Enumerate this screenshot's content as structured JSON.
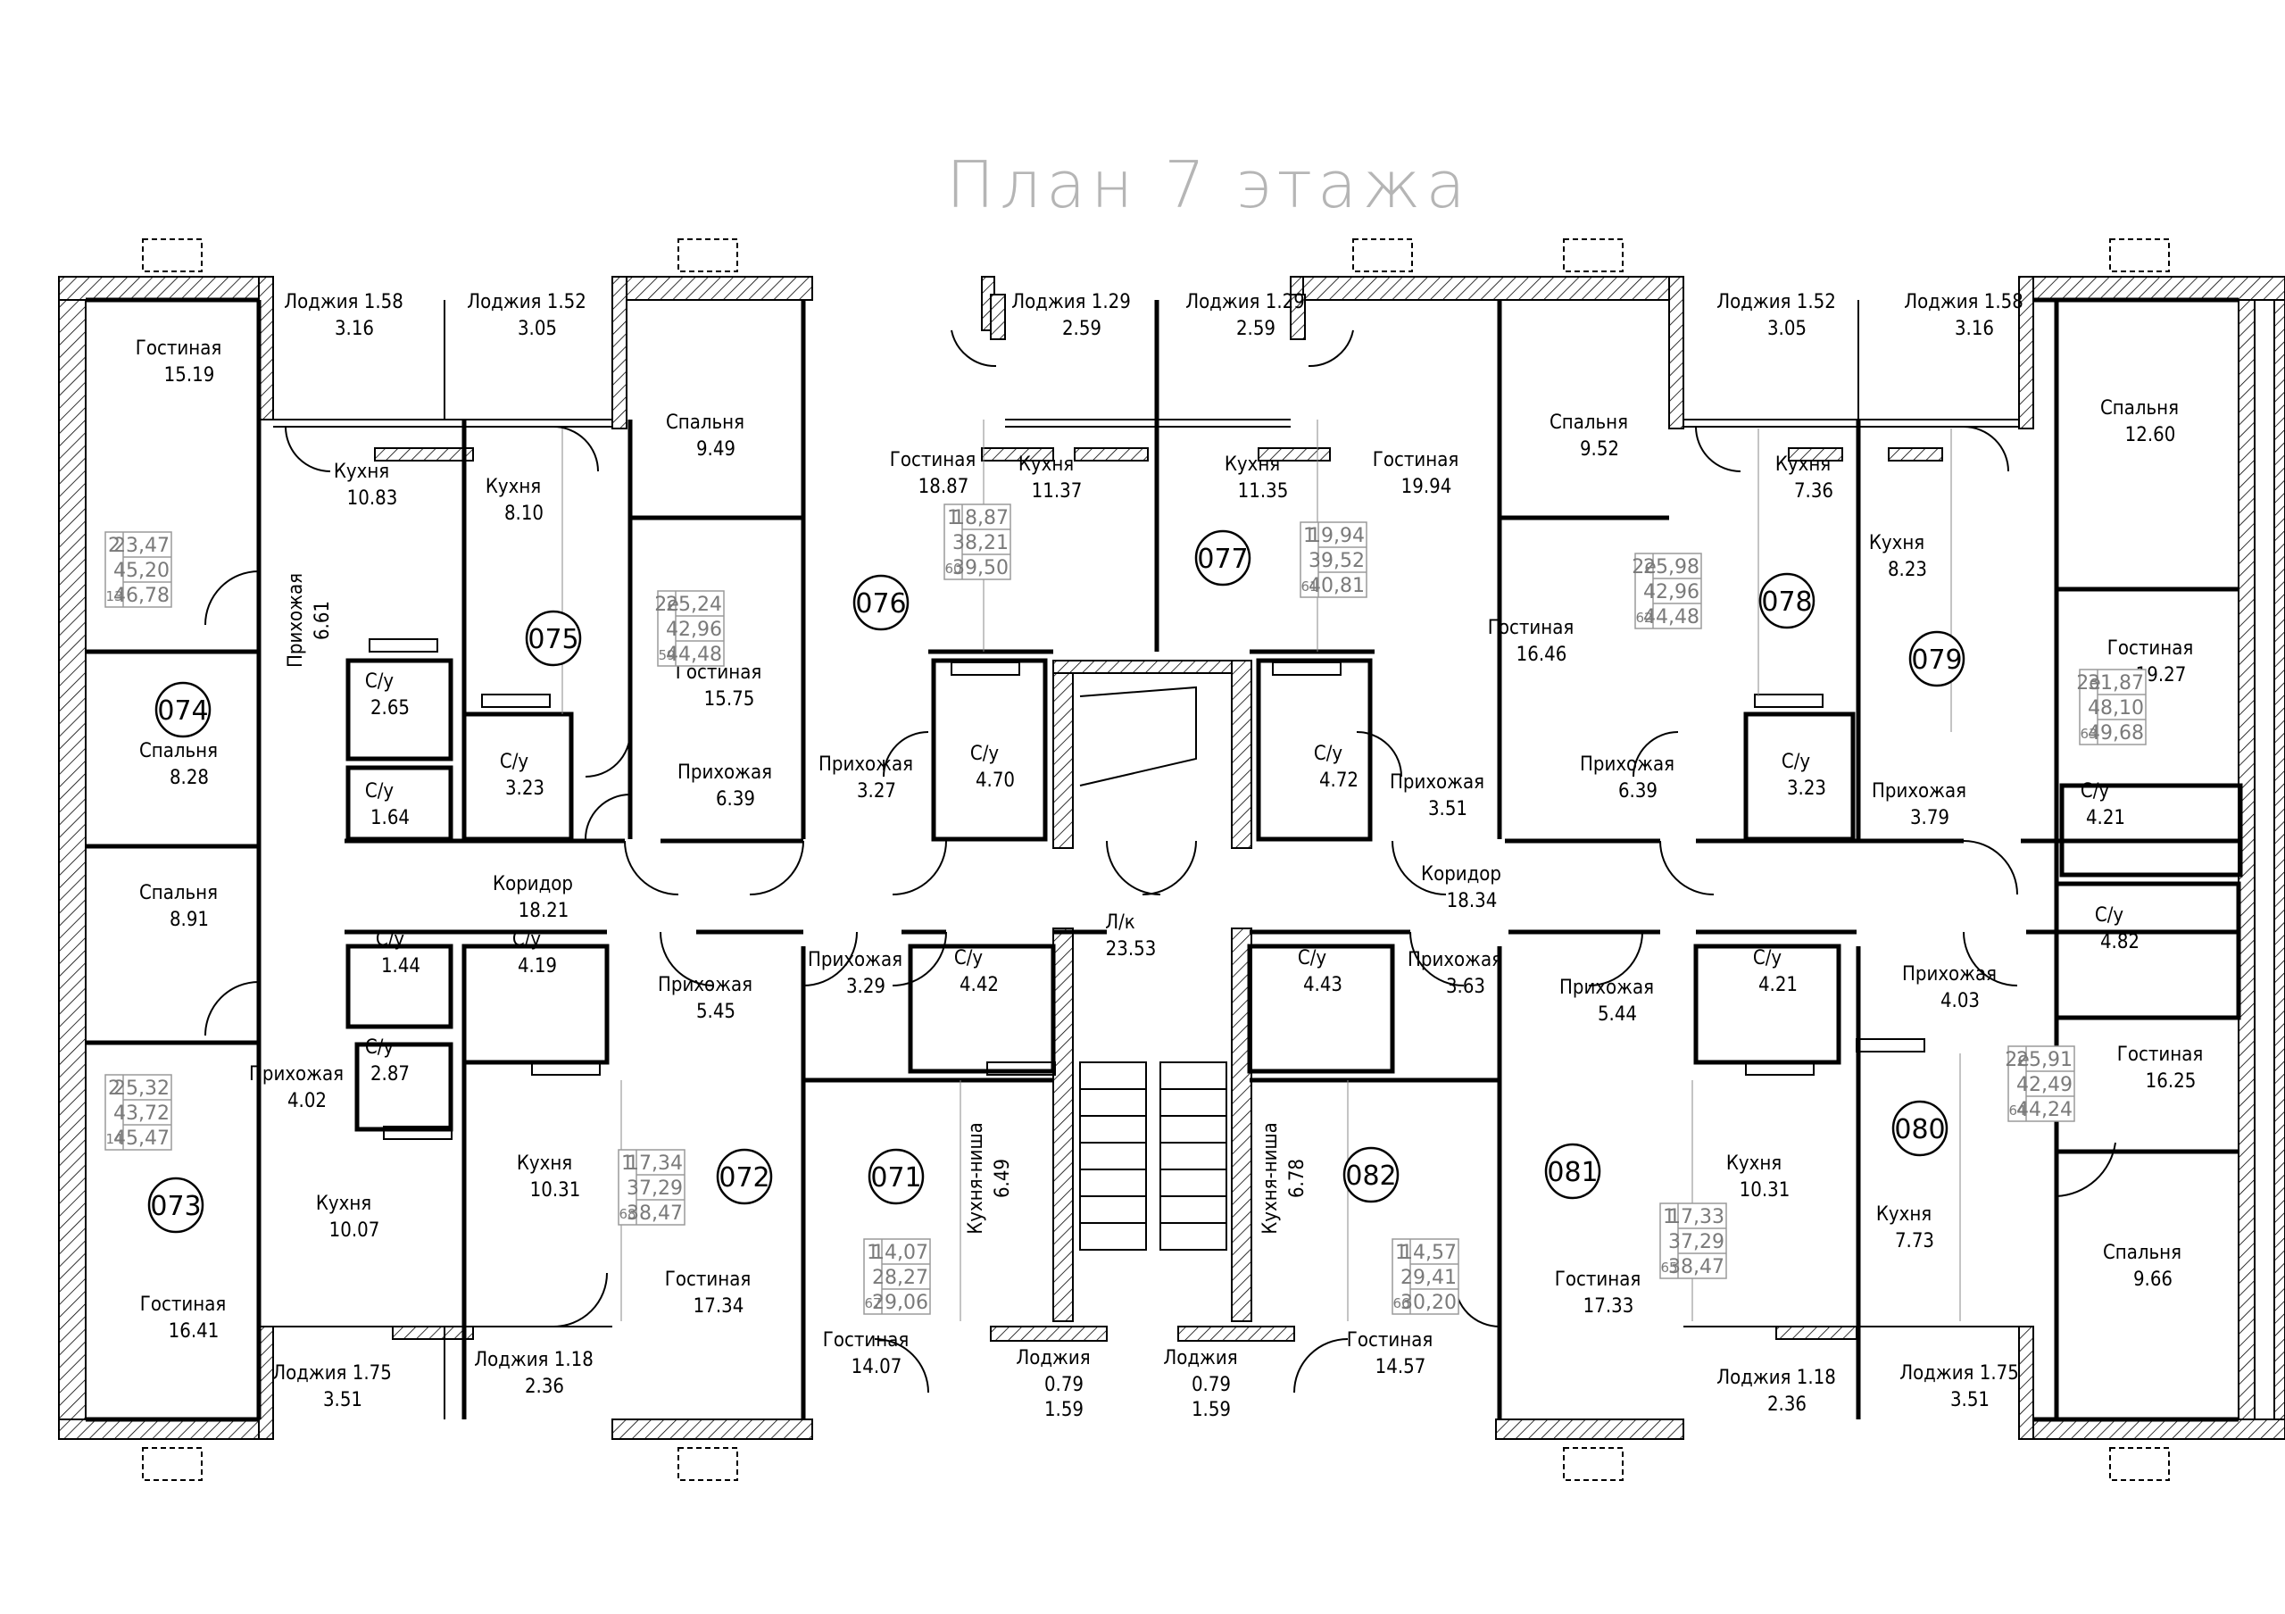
{
  "title": "План 7 этажа",
  "rooms": [
    {
      "name": "Гостиная",
      "area": "15.19"
    },
    {
      "name": "Лоджия 1.58",
      "area": "3.16"
    },
    {
      "name": "Лоджия 1.52",
      "area": "3.05"
    },
    {
      "name": "Спальня",
      "area": "9.49"
    },
    {
      "name": "Кухня",
      "area": "10.83"
    },
    {
      "name": "Кухня",
      "area": "8.10"
    },
    {
      "name": "Прихожая",
      "area": "6.61"
    },
    {
      "name": "С/у",
      "area": "2.65"
    },
    {
      "name": "С/у",
      "area": "1.64"
    },
    {
      "name": "С/у",
      "area": "3.23"
    },
    {
      "name": "Гостиная",
      "area": "15.75"
    },
    {
      "name": "Прихожая",
      "area": "6.39"
    },
    {
      "name": "Спальня",
      "area": "8.28"
    },
    {
      "name": "Лоджия 1.29",
      "area": "2.59"
    },
    {
      "name": "Лоджия 1.29",
      "area": "2.59"
    },
    {
      "name": "Гостиная",
      "area": "18.87"
    },
    {
      "name": "Кухня",
      "area": "11.37"
    },
    {
      "name": "Кухня",
      "area": "11.35"
    },
    {
      "name": "Гостиная",
      "area": "19.94"
    },
    {
      "name": "Прихожая",
      "area": "3.27"
    },
    {
      "name": "С/у",
      "area": "4.70"
    },
    {
      "name": "С/у",
      "area": "4.72"
    },
    {
      "name": "Прихожая",
      "area": "3.51"
    },
    {
      "name": "Лоджия 1.52",
      "area": "3.05"
    },
    {
      "name": "Лоджия 1.58",
      "area": "3.16"
    },
    {
      "name": "Спальня",
      "area": "9.52"
    },
    {
      "name": "Кухня",
      "area": "7.36"
    },
    {
      "name": "Гостиная",
      "area": "16.46"
    },
    {
      "name": "Прихожая",
      "area": "6.39"
    },
    {
      "name": "С/у",
      "area": "3.23"
    },
    {
      "name": "Спальня",
      "area": "12.60"
    },
    {
      "name": "Кухня",
      "area": "8.23"
    },
    {
      "name": "Гостиная",
      "area": "19.27"
    },
    {
      "name": "Прихожая",
      "area": "3.79"
    },
    {
      "name": "С/у",
      "area": "4.21"
    },
    {
      "name": "Спальня",
      "area": "8.91"
    },
    {
      "name": "Коридор",
      "area": "18.21"
    },
    {
      "name": "Коридор",
      "area": "18.34"
    },
    {
      "name": "С/у",
      "area": "1.44"
    },
    {
      "name": "С/у",
      "area": "4.19"
    },
    {
      "name": "Прихожая",
      "area": "5.45"
    },
    {
      "name": "Прихожая",
      "area": "3.29"
    },
    {
      "name": "С/у",
      "area": "4.42"
    },
    {
      "name": "Л/к",
      "area": "23.53"
    },
    {
      "name": "С/у",
      "area": "4.43"
    },
    {
      "name": "Прихожая",
      "area": "3.63"
    },
    {
      "name": "Прихожая",
      "area": "5.44"
    },
    {
      "name": "С/у",
      "area": "4.21"
    },
    {
      "name": "Прихожая",
      "area": "4.03"
    },
    {
      "name": "С/у",
      "area": "4.82"
    },
    {
      "name": "С/у",
      "area": "2.87"
    },
    {
      "name": "Прихожая",
      "area": "4.02"
    },
    {
      "name": "Кухня",
      "area": "10.07"
    },
    {
      "name": "Кухня",
      "area": "10.31"
    },
    {
      "name": "Кухня-ниша",
      "area": "6.49"
    },
    {
      "name": "Кухня-ниша",
      "area": "6.78"
    },
    {
      "name": "Кухня",
      "area": "10.31"
    },
    {
      "name": "Кухня",
      "area": "7.73"
    },
    {
      "name": "Гостиная",
      "area": "16.25"
    },
    {
      "name": "Спальня",
      "area": "9.66"
    },
    {
      "name": "Гостиная",
      "area": "16.41"
    },
    {
      "name": "Гостиная",
      "area": "17.34"
    },
    {
      "name": "Гостиная",
      "area": "14.07"
    },
    {
      "name": "Гостиная",
      "area": "14.57"
    },
    {
      "name": "Гостиная",
      "area": "17.33"
    },
    {
      "name": "Лоджия 1.75",
      "area": "3.51"
    },
    {
      "name": "Лоджия 1.18",
      "area": "2.36"
    },
    {
      "name": "Лоджия",
      "area": "0.79 / 1.59"
    },
    {
      "name": "Лоджия",
      "area": "0.79 / 1.59"
    },
    {
      "name": "Лоджия 1.18",
      "area": "2.36"
    },
    {
      "name": "Лоджия 1.75",
      "area": "3.51"
    }
  ],
  "apartments": [
    {
      "number": "074",
      "rooms": "2",
      "living": "23,47",
      "total": "45,20",
      "index": "13",
      "gross": "46,78"
    },
    {
      "number": "075",
      "rooms": "2е",
      "living": "25,24",
      "total": "42,96",
      "index": "59",
      "gross": "44,48"
    },
    {
      "number": "076",
      "rooms": "1",
      "living": "18,87",
      "total": "38,21",
      "index": "60",
      "gross": "39,50"
    },
    {
      "number": "077",
      "rooms": "1",
      "living": "19,94",
      "total": "39,52",
      "index": "61",
      "gross": "40,81"
    },
    {
      "number": "078",
      "rooms": "2е",
      "living": "25,98",
      "total": "42,96",
      "index": "62",
      "gross": "44,48"
    },
    {
      "number": "079",
      "rooms": "2е",
      "living": "31,87",
      "total": "48,10",
      "index": "63",
      "gross": "49,68"
    },
    {
      "number": "073",
      "rooms": "2",
      "living": "25,32",
      "total": "43,72",
      "index": "14",
      "gross": "45,47"
    },
    {
      "number": "072",
      "rooms": "1",
      "living": "17,34",
      "total": "37,29",
      "index": "68",
      "gross": "38,47"
    },
    {
      "number": "071",
      "rooms": "1",
      "living": "14,07",
      "total": "28,27",
      "index": "67",
      "gross": "29,06"
    },
    {
      "number": "082",
      "rooms": "1",
      "living": "14,57",
      "total": "29,41",
      "index": "66",
      "gross": "30,20"
    },
    {
      "number": "081",
      "rooms": "1",
      "living": "17,33",
      "total": "37,29",
      "index": "65",
      "gross": "38,47"
    },
    {
      "number": "080",
      "rooms": "2е",
      "living": "25,91",
      "total": "42,49",
      "index": "64",
      "gross": "44,24"
    }
  ]
}
